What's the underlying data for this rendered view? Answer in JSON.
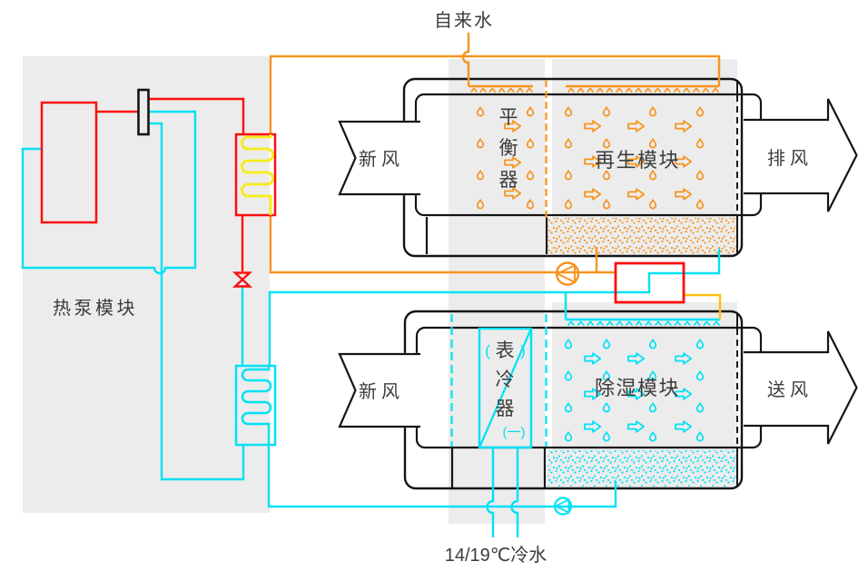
{
  "labels": {
    "tap_water": "自来水",
    "chilled_water_temp": "14/19℃冷水",
    "heat_pump_module": "热泵模块",
    "fresh_air": "新风",
    "exhaust_air": "排风",
    "supply_air": "送风",
    "regeneration_module": "再生模块",
    "dehumidification_module": "除湿模块",
    "balancer": {
      "chars": [
        "平",
        "衡",
        "器"
      ]
    },
    "surface_cooler": {
      "chars": [
        "表",
        "冷",
        "器"
      ],
      "paren_open": "(",
      "paren_close": ")",
      "unit_no": "(一)"
    }
  },
  "colors": {
    "orange": "#F7941E",
    "cyan": "#00E1F4",
    "red": "#FB0F0F",
    "yellow": "#F4EC13",
    "gold": "#FFC20E",
    "line_black": "#151515",
    "gray_band": "#ECECEC",
    "text": "#3C3C3C"
  }
}
